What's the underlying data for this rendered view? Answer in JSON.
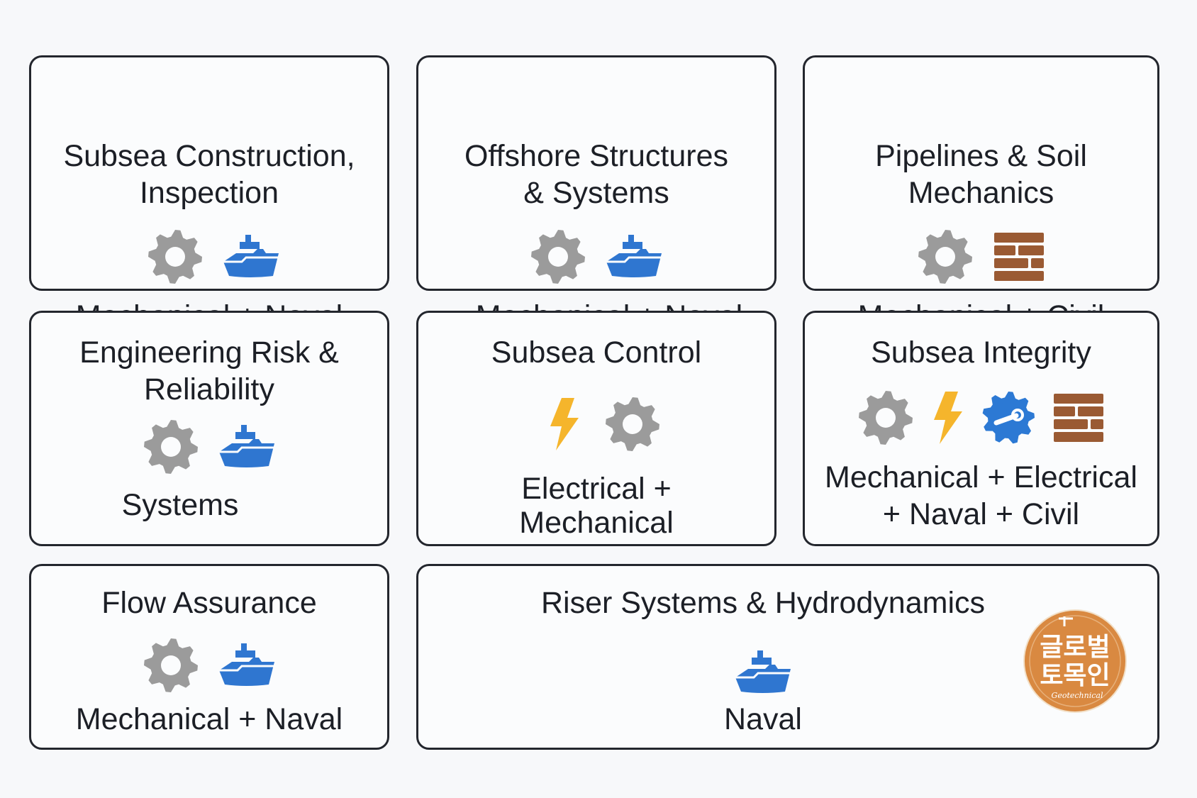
{
  "colors": {
    "gear": "#9b9b9b",
    "ship": "#2f76d0",
    "brick": "#9a5a33",
    "bolt": "#f5b52c",
    "wrench_gear": "#2c79d4",
    "logo": "#d98941",
    "border": "#23262d"
  },
  "cards": [
    {
      "title": [
        "Subsea Construction,",
        "Inspection"
      ],
      "icons": [
        "gear-icon",
        "ship-icon"
      ],
      "disciplines": [
        "Mechanical + Naval"
      ]
    },
    {
      "title": [
        "Offshore Structures",
        "& Systems"
      ],
      "icons": [
        "gear-icon",
        "ship-icon"
      ],
      "disciplines": [
        "Mechanical + Naval"
      ]
    },
    {
      "title": [
        "Pipelines & Soil",
        "Mechanics"
      ],
      "icons": [
        "gear-icon",
        "brick-wall-icon"
      ],
      "disciplines": [
        "Mechanical + Civil"
      ]
    },
    {
      "title": [
        "Engineering Risk &",
        "Reliability"
      ],
      "icons": [
        "gear-icon",
        "ship-icon"
      ],
      "disciplines": [
        "Systems"
      ]
    },
    {
      "title": [
        "Subsea Control"
      ],
      "icons": [
        "lightning-icon",
        "gear-icon"
      ],
      "disciplines": [
        "Electrical +",
        "Mechanical"
      ]
    },
    {
      "title": [
        "Subsea Integrity"
      ],
      "icons": [
        "gear-icon",
        "lightning-icon",
        "wrench-gear-icon",
        "brick-wall-icon"
      ],
      "disciplines": [
        "Mechanical + Electrical",
        "+ Naval + Civil"
      ]
    },
    {
      "title": [
        "Flow Assurance"
      ],
      "icons": [
        "gear-icon",
        "ship-icon"
      ],
      "disciplines": [
        "Mechanical + Naval"
      ]
    },
    {
      "title": [
        "Riser Systems & Hydrodynamics"
      ],
      "icons": [
        "ship-icon"
      ],
      "disciplines": [
        "Naval"
      ]
    }
  ],
  "logo": {
    "text_lines": [
      "글로벌",
      "토목인"
    ],
    "tagline": "Geotechnical"
  }
}
